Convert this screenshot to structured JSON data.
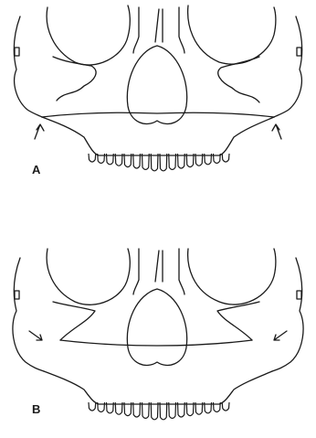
{
  "figure": {
    "panels": [
      {
        "label": "A",
        "fracture_marker": "arrows-pointing-up"
      },
      {
        "label": "B",
        "fracture_marker": "arrows-pointing-inward"
      }
    ],
    "line_color": "#1a1a1a",
    "background_color": "#ffffff"
  }
}
